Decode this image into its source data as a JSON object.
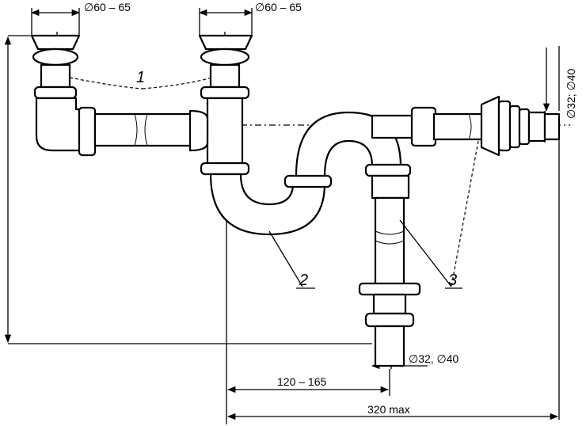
{
  "diagram": {
    "dimensions": {
      "inlet_left": "∅60 – 65",
      "inlet_right": "∅60 – 65",
      "outlet_side": "∅32; ∅40",
      "outlet_bottom": "∅32, ∅40",
      "offset_range": "120 – 165",
      "overall_max": "320 max"
    },
    "callouts": {
      "part_1": "1",
      "part_2": "2",
      "part_3": "3"
    }
  }
}
